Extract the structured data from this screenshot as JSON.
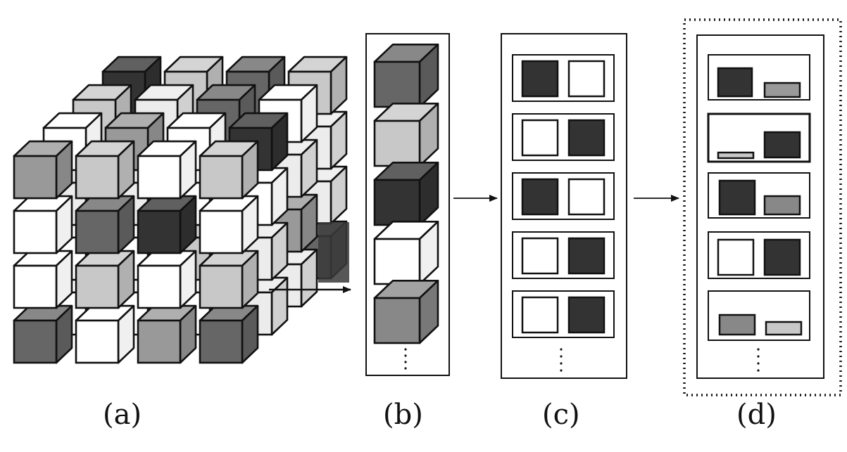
{
  "panels": [
    {
      "id": "a",
      "caption": "(a)"
    },
    {
      "id": "b",
      "caption": "(b)"
    },
    {
      "id": "c",
      "caption": "(c)"
    },
    {
      "id": "d",
      "caption": "(d)"
    }
  ],
  "colors": {
    "stroke": "#111111",
    "dark": "#333333",
    "mid_dark": "#666666",
    "mid": "#888888",
    "mid_light": "#999999",
    "light": "#c8c8c8",
    "white": "#ffffff",
    "pale": "#ececec"
  }
}
